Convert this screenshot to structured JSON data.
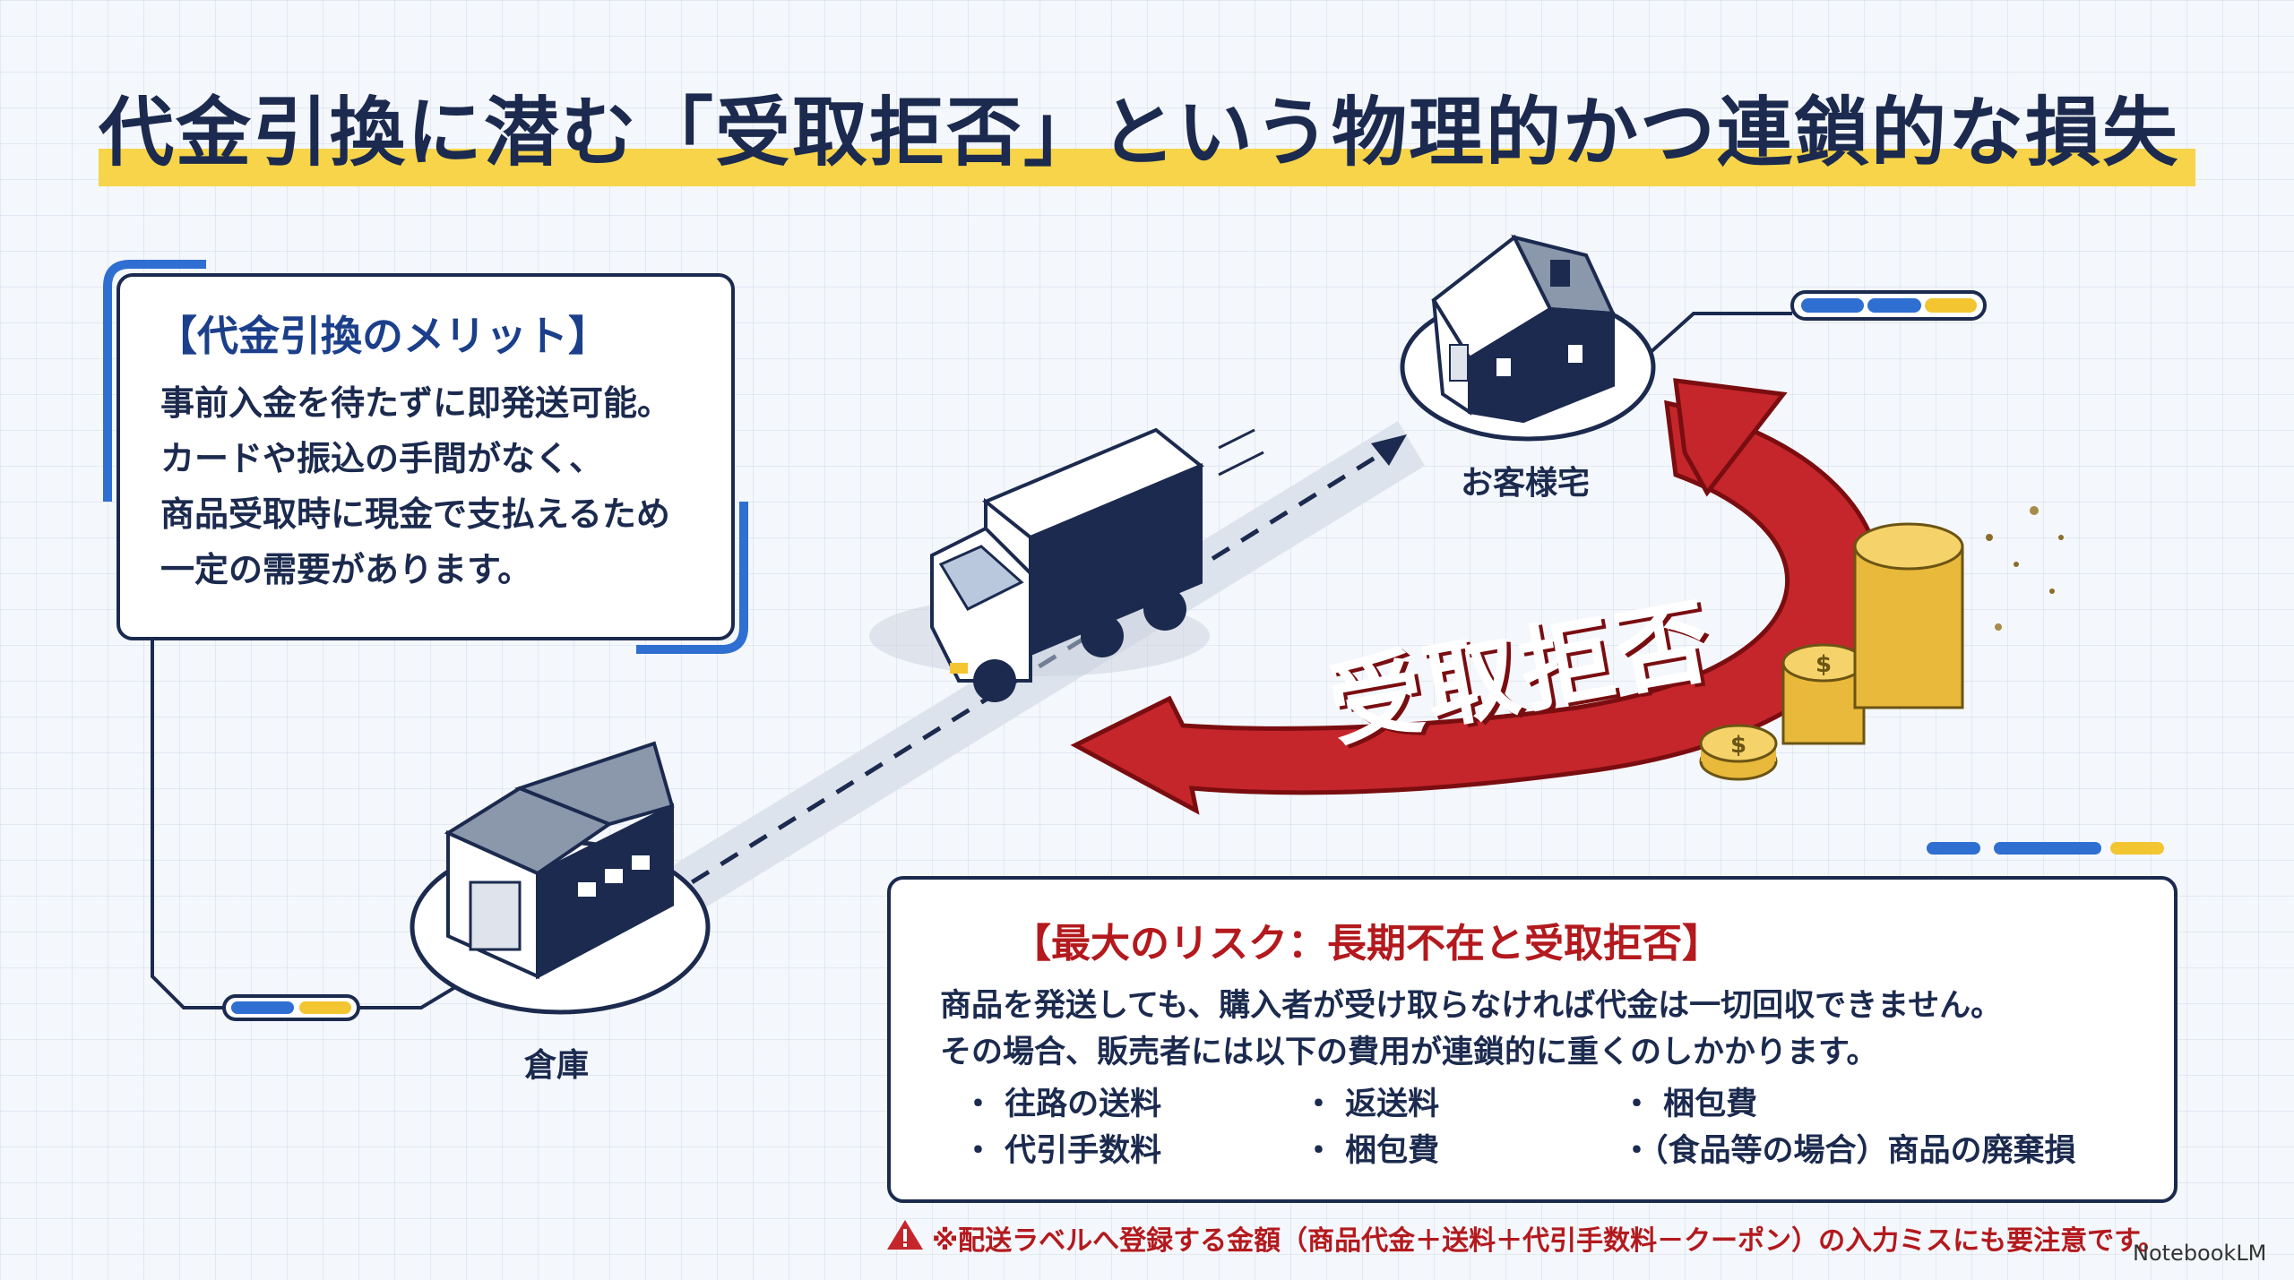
{
  "title": "代金引換に潜む「受取拒否」という物理的かつ連鎖的な損失",
  "merit": {
    "heading": "【代金引換のメリット】",
    "lines": [
      "事前入金を待たずに即発送可能。",
      "カードや振込の手間がなく、",
      "商品受取時に現金で支払えるため",
      "一定の需要があります。"
    ]
  },
  "labels": {
    "customer_home": "お客様宅",
    "warehouse": "倉庫",
    "rejection": "受取拒否"
  },
  "risk": {
    "heading": "【最大のリスク：長期不在と受取拒否】",
    "lines": [
      "商品を発送しても、購入者が受け取らなければ代金は一切回収できません。",
      "その場合、販売者には以下の費用が連鎖的に重くのしかかります。"
    ],
    "costs": [
      "・ 往路の送料",
      "・ 返送料",
      "・ 梱包費",
      "・ 代引手数料",
      "・ 梱包費",
      "・（食品等の場合）商品の廃棄損"
    ]
  },
  "footer_note": "※配送ラベルへ登録する金額（商品代金＋送料＋代引手数料－クーポン）の入力ミスにも要注意です。",
  "brand": "NotebookLM",
  "colors": {
    "navy": "#1b2a4e",
    "blue": "#2f6fd1",
    "yellow": "#f3c531",
    "red": "#c4262b"
  },
  "icons": [
    "warning-icon",
    "house-icon",
    "warehouse-icon",
    "truck-icon",
    "coins-icon"
  ]
}
